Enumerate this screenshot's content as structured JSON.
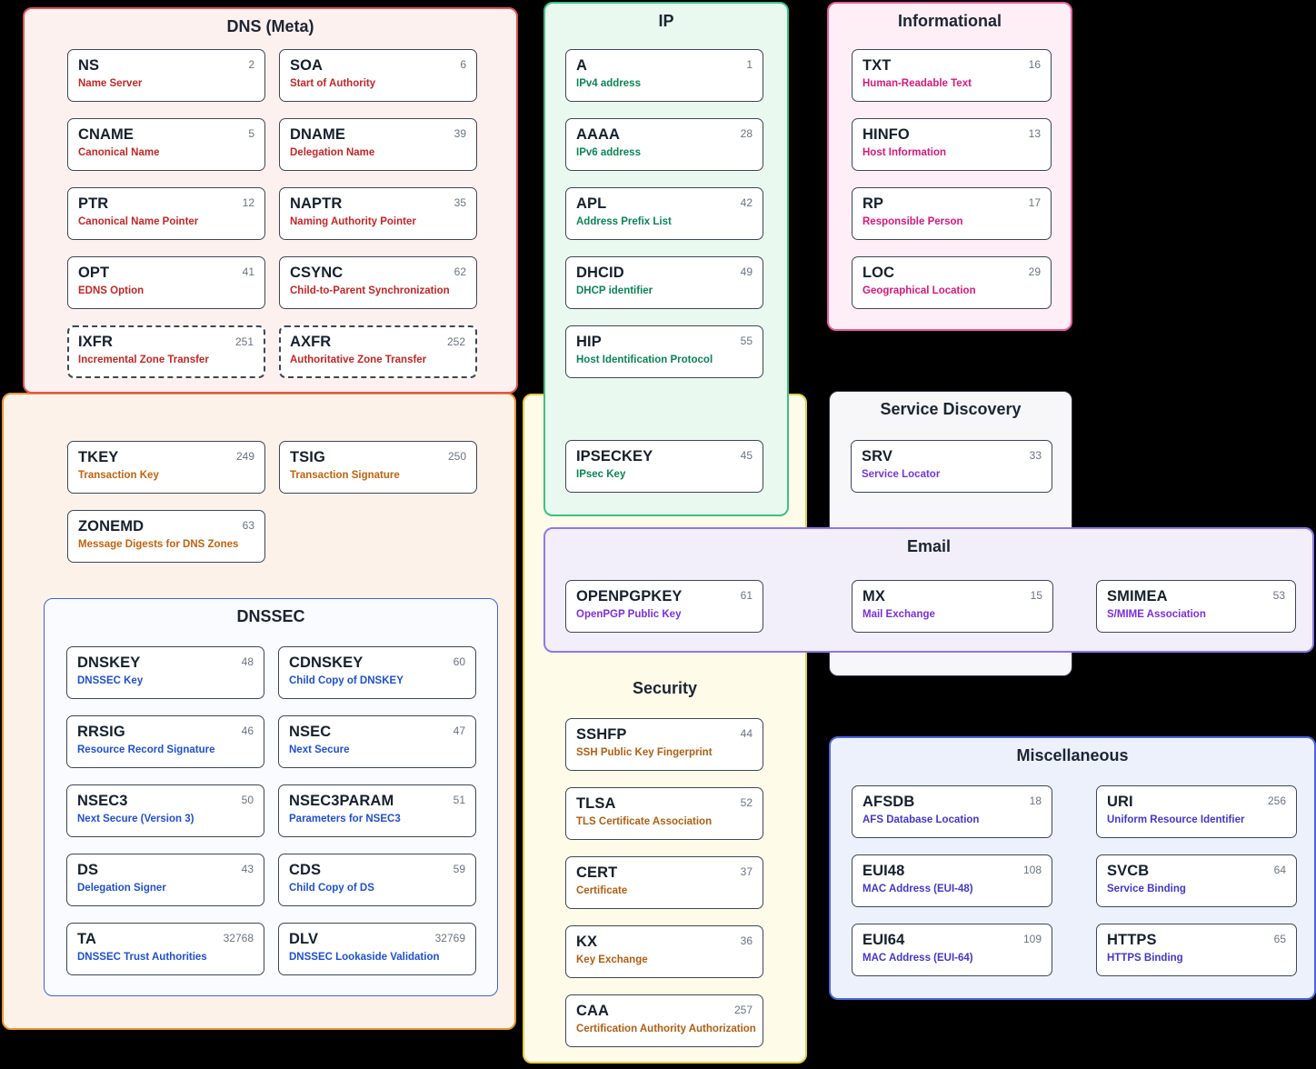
{
  "page": {
    "background": "#000000"
  },
  "groups": {
    "dns_meta": {
      "title": "DNS (Meta)",
      "colors": {
        "bg": "#fdf1ef",
        "border": "#e05454",
        "desc": "#c32727"
      },
      "cards": [
        {
          "name": "NS",
          "num": "2",
          "desc": "Name Server"
        },
        {
          "name": "SOA",
          "num": "6",
          "desc": "Start of Authority"
        },
        {
          "name": "CNAME",
          "num": "5",
          "desc": "Canonical Name"
        },
        {
          "name": "DNAME",
          "num": "39",
          "desc": "Delegation Name"
        },
        {
          "name": "PTR",
          "num": "12",
          "desc": "Canonical Name Pointer"
        },
        {
          "name": "NAPTR",
          "num": "35",
          "desc": "Naming Authority Pointer"
        },
        {
          "name": "OPT",
          "num": "41",
          "desc": "EDNS Option"
        },
        {
          "name": "CSYNC",
          "num": "62",
          "desc": "Child-to-Parent Synchronization"
        },
        {
          "name": "IXFR",
          "num": "251",
          "desc": "Incremental Zone Transfer",
          "dashed": true
        },
        {
          "name": "AXFR",
          "num": "252",
          "desc": "Authoritative Zone Transfer",
          "dashed": true
        }
      ]
    },
    "dns_extra": {
      "title": "",
      "colors": {
        "bg": "#fcf2ea",
        "border": "#e8962e",
        "desc": "#c2620b"
      },
      "cards": [
        {
          "name": "TKEY",
          "num": "249",
          "desc": "Transaction Key"
        },
        {
          "name": "TSIG",
          "num": "250",
          "desc": "Transaction Signature"
        },
        {
          "name": "ZONEMD",
          "num": "63",
          "desc": "Message Digests for DNS Zones"
        }
      ]
    },
    "dnssec": {
      "title": "DNSSEC",
      "colors": {
        "bg": "#fafbfe",
        "border": "#3d63d9",
        "desc": "#2050d0"
      },
      "cards": [
        {
          "name": "DNSKEY",
          "num": "48",
          "desc": "DNSSEC Key"
        },
        {
          "name": "CDNSKEY",
          "num": "60",
          "desc": "Child Copy of DNSKEY"
        },
        {
          "name": "RRSIG",
          "num": "46",
          "desc": "Resource Record Signature"
        },
        {
          "name": "NSEC",
          "num": "47",
          "desc": "Next Secure"
        },
        {
          "name": "NSEC3",
          "num": "50",
          "desc": "Next Secure (Version 3)"
        },
        {
          "name": "NSEC3PARAM",
          "num": "51",
          "desc": "Parameters for NSEC3"
        },
        {
          "name": "DS",
          "num": "43",
          "desc": "Delegation Signer"
        },
        {
          "name": "CDS",
          "num": "59",
          "desc": "Child Copy of DS"
        },
        {
          "name": "TA",
          "num": "32768",
          "desc": "DNSSEC Trust Authorities"
        },
        {
          "name": "DLV",
          "num": "32769",
          "desc": "DNSSEC Lookaside Validation"
        }
      ]
    },
    "ip": {
      "title": "IP",
      "colors": {
        "bg": "#e9f9f0",
        "border": "#3fc083",
        "desc": "#0b8457"
      },
      "cards": [
        {
          "name": "A",
          "num": "1",
          "desc": "IPv4 address"
        },
        {
          "name": "AAAA",
          "num": "28",
          "desc": "IPv6 address"
        },
        {
          "name": "APL",
          "num": "42",
          "desc": "Address Prefix List"
        },
        {
          "name": "DHCID",
          "num": "49",
          "desc": "DHCP identifier"
        },
        {
          "name": "HIP",
          "num": "55",
          "desc": "Host Identification Protocol"
        },
        {
          "name": "IPSECKEY",
          "num": "45",
          "desc": "IPsec Key"
        }
      ]
    },
    "informational": {
      "title": "Informational",
      "colors": {
        "bg": "#fdeff5",
        "border": "#e85d9f",
        "desc": "#d6197b"
      },
      "cards": [
        {
          "name": "TXT",
          "num": "16",
          "desc": "Human-Readable Text"
        },
        {
          "name": "HINFO",
          "num": "13",
          "desc": "Host Information"
        },
        {
          "name": "RP",
          "num": "17",
          "desc": "Responsible Person"
        },
        {
          "name": "LOC",
          "num": "29",
          "desc": "Geographical Location"
        }
      ]
    },
    "service_discovery": {
      "title": "Service Discovery",
      "colors": {
        "bg": "#f7f7f9",
        "border": "#333a47",
        "desc": "#7038dd"
      },
      "cards": [
        {
          "name": "SRV",
          "num": "33",
          "desc": "Service Locator"
        }
      ]
    },
    "email": {
      "title": "Email",
      "colors": {
        "bg": "#f2effb",
        "border": "#8f77ea",
        "desc": "#7a2fe0"
      },
      "cards": [
        {
          "name": "OPENPGPKEY",
          "num": "61",
          "desc": "OpenPGP Public Key"
        },
        {
          "name": "MX",
          "num": "15",
          "desc": "Mail Exchange"
        },
        {
          "name": "SMIMEA",
          "num": "53",
          "desc": "S/MIME Association"
        }
      ]
    },
    "security": {
      "title": "Security",
      "colors": {
        "bg": "#fffbe9",
        "border": "#e5cb42",
        "desc": "#b05e12"
      },
      "cards": [
        {
          "name": "SSHFP",
          "num": "44",
          "desc": "SSH Public Key Fingerprint"
        },
        {
          "name": "TLSA",
          "num": "52",
          "desc": "TLS Certificate Association"
        },
        {
          "name": "CERT",
          "num": "37",
          "desc": "Certificate"
        },
        {
          "name": "KX",
          "num": "36",
          "desc": "Key Exchange"
        },
        {
          "name": "CAA",
          "num": "257",
          "desc": "Certification Authority Authorization"
        }
      ]
    },
    "miscellaneous": {
      "title": "Miscellaneous",
      "colors": {
        "bg": "#edf1fc",
        "border": "#4a66e0",
        "desc": "#4338ca"
      },
      "cards": [
        {
          "name": "AFSDB",
          "num": "18",
          "desc": "AFS Database Location"
        },
        {
          "name": "URI",
          "num": "256",
          "desc": "Uniform Resource Identifier"
        },
        {
          "name": "EUI48",
          "num": "108",
          "desc": "MAC Address (EUI-48)"
        },
        {
          "name": "SVCB",
          "num": "64",
          "desc": "Service Binding"
        },
        {
          "name": "EUI64",
          "num": "109",
          "desc": "MAC Address (EUI-64)"
        },
        {
          "name": "HTTPS",
          "num": "65",
          "desc": "HTTPS Binding"
        }
      ]
    }
  }
}
